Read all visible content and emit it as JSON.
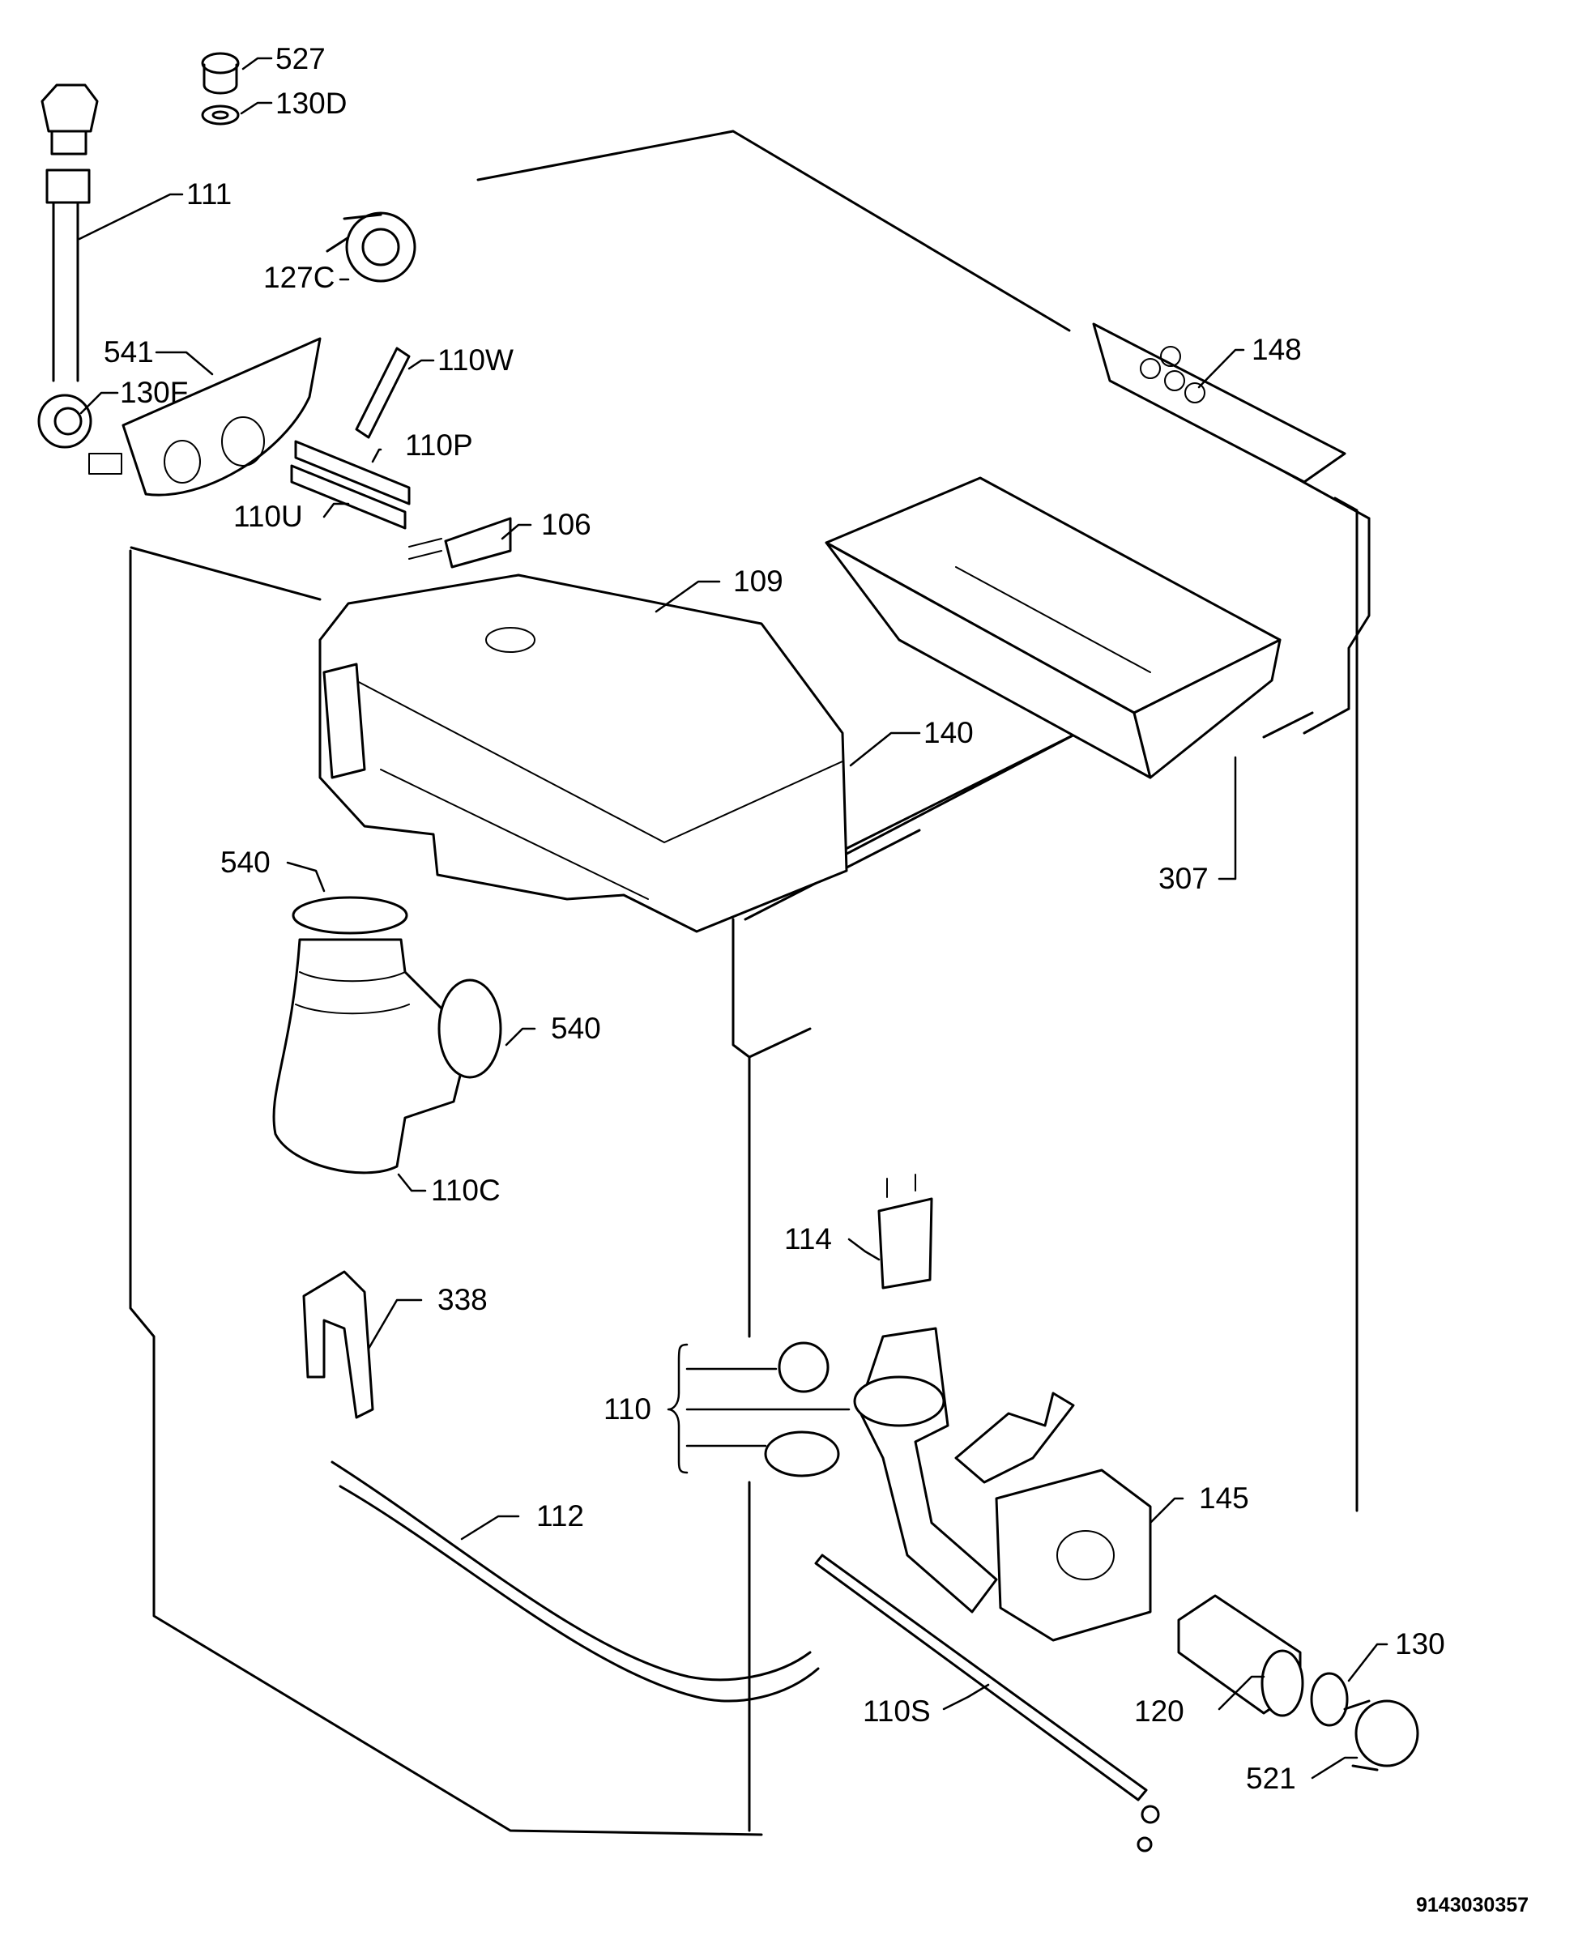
{
  "callouts": [
    {
      "id": "527",
      "label": "527"
    },
    {
      "id": "130D",
      "label": "130D"
    },
    {
      "id": "111",
      "label": "111"
    },
    {
      "id": "127C",
      "label": "127C"
    },
    {
      "id": "541",
      "label": "541"
    },
    {
      "id": "130F",
      "label": "130F"
    },
    {
      "id": "110W",
      "label": "110W"
    },
    {
      "id": "110P",
      "label": "110P"
    },
    {
      "id": "110U",
      "label": "110U"
    },
    {
      "id": "106",
      "label": "106"
    },
    {
      "id": "109",
      "label": "109"
    },
    {
      "id": "148",
      "label": "148"
    },
    {
      "id": "140",
      "label": "140"
    },
    {
      "id": "307",
      "label": "307"
    },
    {
      "id": "540a",
      "label": "540"
    },
    {
      "id": "540b",
      "label": "540"
    },
    {
      "id": "110C",
      "label": "110C"
    },
    {
      "id": "114",
      "label": "114"
    },
    {
      "id": "338",
      "label": "338"
    },
    {
      "id": "110",
      "label": "110"
    },
    {
      "id": "112",
      "label": "112"
    },
    {
      "id": "145",
      "label": "145"
    },
    {
      "id": "130",
      "label": "130"
    },
    {
      "id": "120",
      "label": "120"
    },
    {
      "id": "110S",
      "label": "110S"
    },
    {
      "id": "521",
      "label": "521"
    }
  ],
  "document_id": "9143030357"
}
